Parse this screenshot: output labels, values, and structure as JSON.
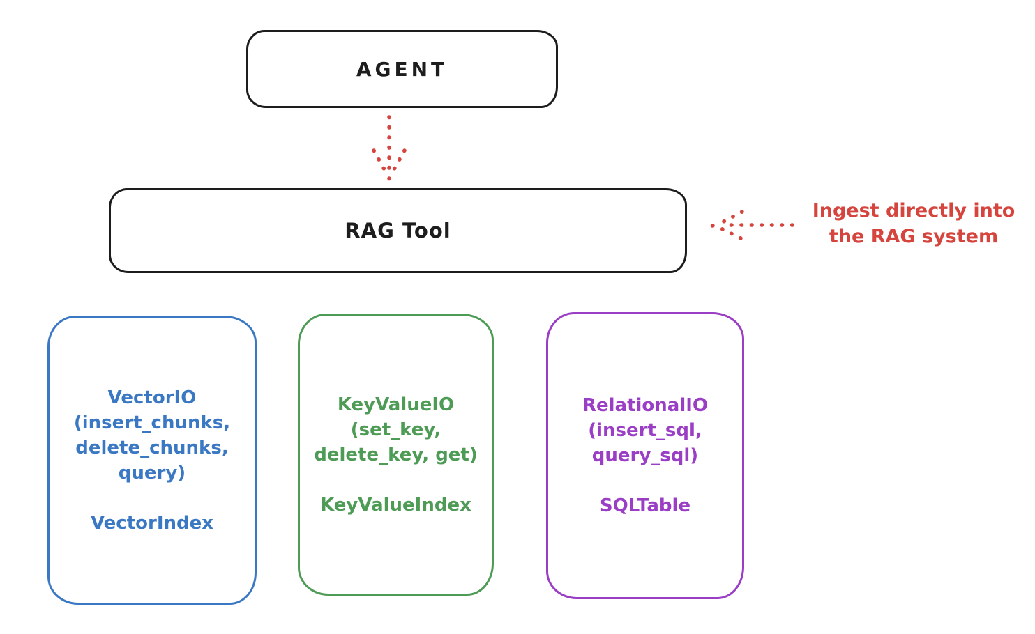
{
  "colors": {
    "ink": "#1d1d1d",
    "red": "#d5453d",
    "blue": "#3b78c3",
    "green": "#4d9b55",
    "purple": "#9a3ec6",
    "bg": "#ffffff"
  },
  "nodes": {
    "agent": {
      "label": "AGENT"
    },
    "rag_tool": {
      "label": "RAG Tool"
    },
    "vector_io": {
      "lines": [
        "VectorIO",
        "(insert_chunks,",
        "delete_chunks,",
        "query)"
      ],
      "index_label": "VectorIndex",
      "color": "#3b78c3"
    },
    "key_value_io": {
      "lines": [
        "KeyValueIO",
        "(set_key,",
        "delete_key, get)"
      ],
      "index_label": "KeyValueIndex",
      "color": "#4d9b55"
    },
    "relational_io": {
      "lines": [
        "RelationalIO",
        "(insert_sql,",
        "query_sql)"
      ],
      "index_label": "SQLTable",
      "color": "#9a3ec6"
    }
  },
  "annotation": {
    "line1": "Ingest directly into",
    "line2": "the RAG system",
    "color": "#d5453d",
    "style": "dotted-arrow"
  }
}
